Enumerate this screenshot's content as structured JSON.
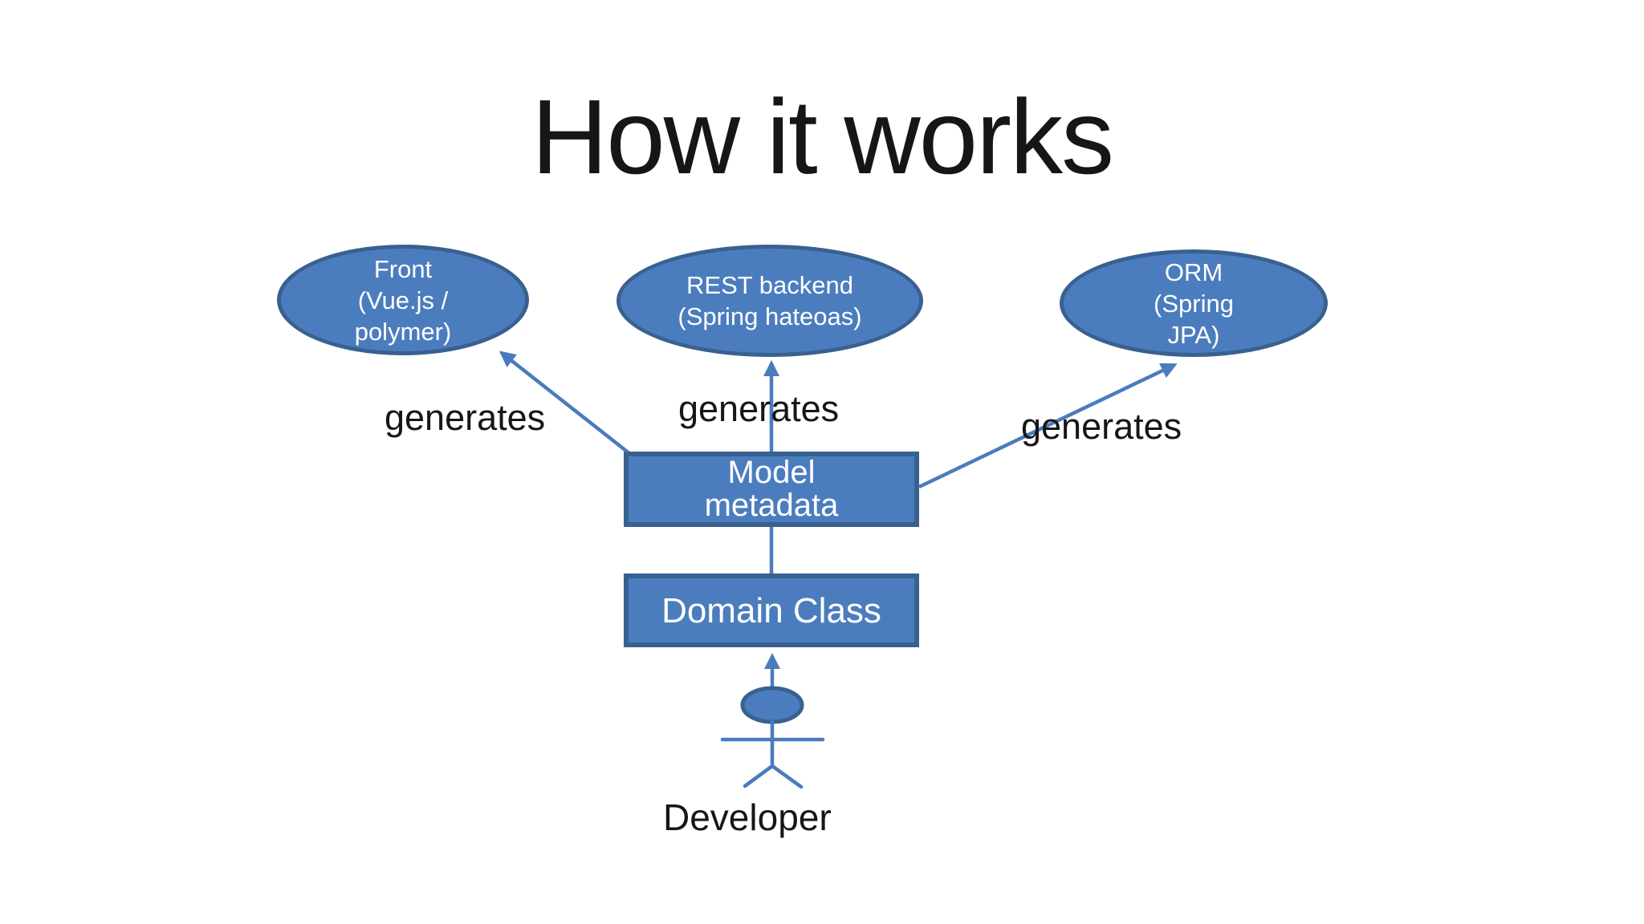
{
  "slide": {
    "title": "How it works"
  },
  "colors": {
    "background": "#ffffff",
    "node_fill": "#4b7dbe",
    "node_border": "#38618f",
    "edge": "#4a7cbd",
    "text_on_node": "#ffffff",
    "text": "#161616"
  },
  "nodes": {
    "front": {
      "shape": "ellipse",
      "lines": [
        "Front",
        "(Vue.js /",
        "polymer)"
      ]
    },
    "rest_backend": {
      "shape": "ellipse",
      "lines": [
        "REST backend",
        "(Spring hateoas)"
      ]
    },
    "orm": {
      "shape": "ellipse",
      "lines": [
        "ORM",
        "(Spring",
        "JPA)"
      ]
    },
    "model_metadata": {
      "shape": "rect",
      "lines": [
        "Model",
        "metadata"
      ]
    },
    "domain_class": {
      "shape": "rect",
      "lines": [
        "Domain Class"
      ]
    },
    "developer": {
      "shape": "actor",
      "icon": "stick-figure-person-icon",
      "label": "Developer"
    }
  },
  "edges": [
    {
      "from": "model_metadata",
      "to": "front",
      "label": "generates",
      "arrow": true
    },
    {
      "from": "model_metadata",
      "to": "rest_backend",
      "label": "generates",
      "arrow": true
    },
    {
      "from": "model_metadata",
      "to": "orm",
      "label": "generates",
      "arrow": true
    },
    {
      "from": "domain_class",
      "to": "model_metadata",
      "label": "",
      "arrow": false
    },
    {
      "from": "developer",
      "to": "domain_class",
      "label": "",
      "arrow": true
    }
  ]
}
